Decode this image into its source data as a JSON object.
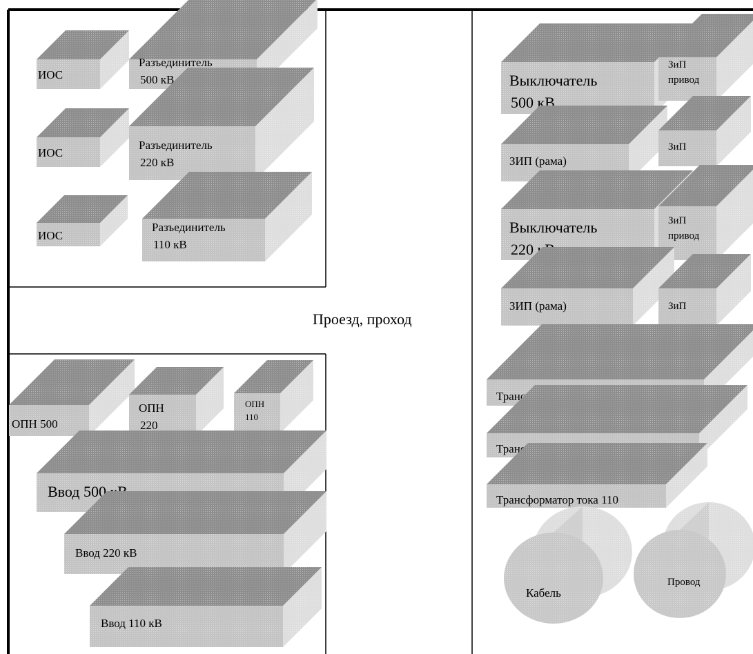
{
  "diagram": {
    "aisle_label": "Проезд, проход",
    "colors": {
      "front_face": "#c4c4c4",
      "top_face": "#8e8e8e",
      "side_face": "#dedede",
      "frame_line": "#000000",
      "background": "#ffffff"
    },
    "top_left_zone": {
      "items": [
        {
          "lines": [
            "ИОС"
          ]
        },
        {
          "lines": [
            "Разъединитель",
            "500 кВ"
          ]
        },
        {
          "lines": [
            "ИОС"
          ]
        },
        {
          "lines": [
            "Разъединитель",
            "220 кВ"
          ]
        },
        {
          "lines": [
            "ИОС"
          ]
        },
        {
          "lines": [
            "Разъединитель",
            "110 кВ"
          ]
        }
      ]
    },
    "bottom_left_zone": {
      "items": [
        {
          "lines": [
            "ОПН 500"
          ]
        },
        {
          "lines": [
            "ОПН",
            "220"
          ]
        },
        {
          "lines": [
            "ОПН",
            "110"
          ]
        },
        {
          "lines": [
            "Ввод 500 кВ"
          ]
        },
        {
          "lines": [
            "Ввод 220 кВ"
          ]
        },
        {
          "lines": [
            "Ввод 110 кВ"
          ]
        }
      ]
    },
    "right_zone": {
      "items": [
        {
          "lines": [
            "Выключатель",
            "500 кВ"
          ]
        },
        {
          "lines": [
            "ЗиП",
            "привод"
          ]
        },
        {
          "lines": [
            "ЗИП  (рама)"
          ]
        },
        {
          "lines": [
            "ЗиП"
          ]
        },
        {
          "lines": [
            "Выключатель",
            "220 кВ"
          ]
        },
        {
          "lines": [
            "ЗиП",
            "привод"
          ]
        },
        {
          "lines": [
            "ЗИП  (рама)"
          ]
        },
        {
          "lines": [
            "ЗиП"
          ]
        },
        {
          "lines": [
            "Трансформатор тока 500 кВ"
          ]
        },
        {
          "lines": [
            "Трансформатор тока 220 кВ"
          ]
        },
        {
          "lines": [
            "Трансформатор тока 110"
          ]
        }
      ],
      "drums": [
        {
          "label": "Кабель"
        },
        {
          "label": "Провод"
        }
      ]
    }
  }
}
